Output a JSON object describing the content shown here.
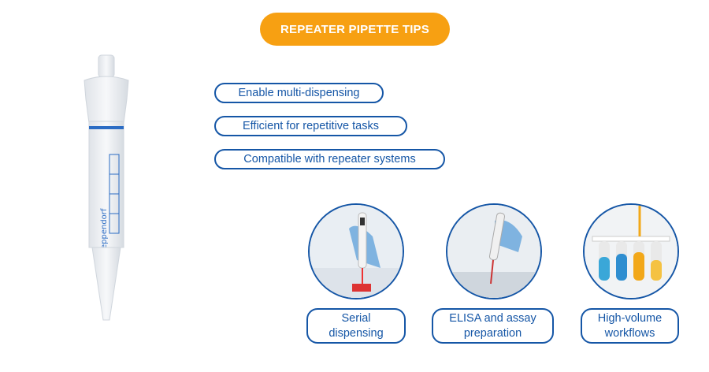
{
  "title": "REPEATER PIPETTE TIPS",
  "colors": {
    "accent": "#F7A012",
    "brand_blue": "#1556A6"
  },
  "product_image": {
    "logo_text": "eppendorf",
    "icon": "repeater-pipette-tip"
  },
  "features": [
    {
      "label": "Enable multi-dispensing"
    },
    {
      "label": "Efficient for repetitive tasks"
    },
    {
      "label": "Compatible with repeater systems"
    }
  ],
  "applications": [
    {
      "line1": "Serial",
      "line2": "dispensing",
      "image": "pipette-dispensing-photo"
    },
    {
      "line1": "ELISA and assay",
      "line2": "preparation",
      "image": "pipette-assay-photo"
    },
    {
      "line1": "High-volume",
      "line2": "workflows",
      "image": "test-tubes-photo"
    }
  ]
}
